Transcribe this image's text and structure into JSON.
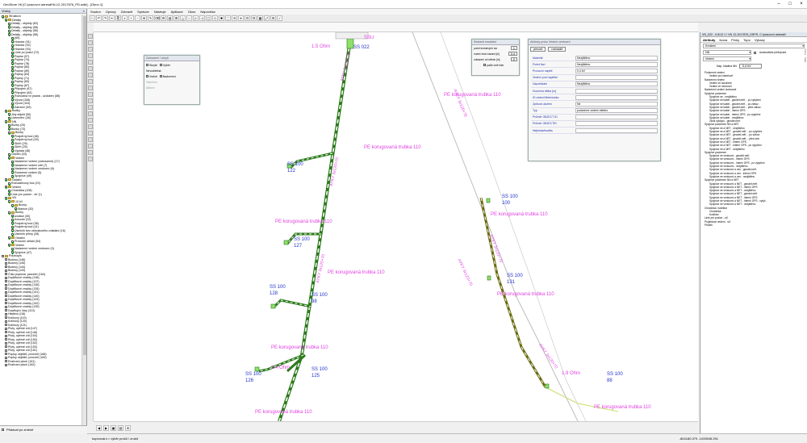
{
  "window": {
    "title": "GeoStore V6 [C:\\pracovní adresář\\N-12-2017876_PD.wdb] - [Okno 1]"
  },
  "menu": [
    "Soubor",
    "Úpravy",
    "Zobrazit",
    "Správce",
    "Nástroje",
    "Aplikace",
    "Okno",
    "Nápověda"
  ],
  "left_panel": {
    "title": "Vrstvy",
    "tree": [
      {
        "label": "Struktura",
        "lvl": 0,
        "chk": true,
        "fold": true
      },
      {
        "label": "Detaily",
        "lvl": 1,
        "chk": true,
        "fold": true
      },
      {
        "label": "Detaily - objekty (63)",
        "lvl": 2,
        "chk": true
      },
      {
        "label": "Detaily - objekty (58)",
        "lvl": 2,
        "chk": true
      },
      {
        "label": "Detaily - objekty (56)",
        "lvl": 2,
        "chk": true
      },
      {
        "label": "Detaily - objekty (58)",
        "lvl": 2,
        "chk": true
      },
      {
        "label": "(65)",
        "lvl": 3,
        "chk": true
      },
      {
        "label": "Hranice (91)",
        "lvl": 3,
        "chk": true
      },
      {
        "label": "Hranice (92)",
        "lvl": 3,
        "chk": true
      },
      {
        "label": "Hranice (93)",
        "lvl": 3,
        "chk": true
      },
      {
        "label": "Linie po pozici (72)",
        "lvl": 3,
        "chk": true
      },
      {
        "label": "Popise (57)",
        "lvl": 3,
        "chk": true
      },
      {
        "label": "Popise (74)",
        "lvl": 3,
        "chk": true
      },
      {
        "label": "Popise (78)",
        "lvl": 3,
        "chk": true
      },
      {
        "label": "Popise (80)",
        "lvl": 3,
        "chk": true
      },
      {
        "label": "Popise (89)",
        "lvl": 3,
        "chk": true
      },
      {
        "label": "Popisy (63)",
        "lvl": 3,
        "chk": true
      },
      {
        "label": "Popisy (71)",
        "lvl": 3,
        "chk": true
      },
      {
        "label": "Popisy (83)",
        "lvl": 3,
        "chk": true
      },
      {
        "label": "Popisy (87)",
        "lvl": 3,
        "chk": true
      },
      {
        "label": "Připojení (67)",
        "lvl": 3,
        "chk": true
      },
      {
        "label": "Připojení (83)",
        "lvl": 3,
        "chk": true
      },
      {
        "label": "Rozvodna vn psaná - ozdoben (58)",
        "lvl": 3,
        "chk": true
      },
      {
        "label": "Vývod (106)",
        "lvl": 3,
        "chk": true
      },
      {
        "label": "Vývod (104)",
        "lvl": 3,
        "chk": true
      },
      {
        "label": "Zařízení (59)",
        "lvl": 3,
        "chk": true
      },
      {
        "label": "Bodky",
        "lvl": 1,
        "chk": true,
        "fold": true
      },
      {
        "label": "Jiný objekt (50)",
        "lvl": 2,
        "chk": true
      },
      {
        "label": "Uzemnění (48)",
        "lvl": 2,
        "chk": true
      },
      {
        "label": "NN",
        "lvl": 1,
        "chk": true,
        "fold": true
      },
      {
        "label": "Bunky (20)",
        "lvl": 2,
        "chk": true
      },
      {
        "label": "Bunky (73)",
        "lvl": 2,
        "chk": true
      },
      {
        "label": "Bunky",
        "lvl": 2,
        "chk": true,
        "fold": true
      },
      {
        "label": "Podpěrný bod (48)",
        "lvl": 3,
        "chk": true
      },
      {
        "label": "Podpěrný bod (49)",
        "lvl": 3,
        "chk": true
      },
      {
        "label": "Skříň (29)",
        "lvl": 3,
        "chk": true
      },
      {
        "label": "Skříň (25)",
        "lvl": 3,
        "chk": true
      },
      {
        "label": "Výplata (48)",
        "lvl": 3,
        "chk": true
      },
      {
        "label": "Odolen (34)",
        "lvl": 2,
        "chk": true
      },
      {
        "label": "Vedení",
        "lvl": 2,
        "chk": true,
        "fold": true
      },
      {
        "label": "Nadzemní vedení (zobrazené) (17)",
        "lvl": 3,
        "chk": true
      },
      {
        "label": "Nadzemní vedení sítě (7)",
        "lvl": 3,
        "chk": true
      },
      {
        "label": "Nadzemní vedení venkovní (6)",
        "lvl": 3,
        "chk": true
      },
      {
        "label": "Podzemní vedení (5)",
        "lvl": 3,
        "chk": true
      },
      {
        "label": "Spojnice (49)",
        "lvl": 3,
        "chk": true
      },
      {
        "label": "Ostatní",
        "lvl": 1,
        "chk": true,
        "fold": true
      },
      {
        "label": "Rozvaděčový box (19)",
        "lvl": 2,
        "chk": true
      },
      {
        "label": "Vedení",
        "lvl": 1,
        "chk": true,
        "fold": true
      },
      {
        "label": "Chránička (108)",
        "lvl": 2,
        "chk": true
      },
      {
        "label": "Linie pro pozice - síť (1)",
        "lvl": 2,
        "chk": true
      },
      {
        "label": "VN",
        "lvl": 1,
        "chk": true,
        "fold": true
      },
      {
        "label": "10 kV",
        "lvl": 2,
        "chk": true,
        "fold": true
      },
      {
        "label": "Bunky",
        "lvl": 3,
        "chk": true,
        "fold": true
      },
      {
        "label": "Stanice (32)",
        "lvl": 4,
        "chk": true
      },
      {
        "label": "Bunky",
        "lvl": 2,
        "chk": true,
        "fold": true
      },
      {
        "label": "Izolátor (30)",
        "lvl": 3,
        "chk": true
      },
      {
        "label": "Konzole (22)",
        "lvl": 3,
        "chk": true
      },
      {
        "label": "Podpěrný bod (38)",
        "lvl": 3,
        "chk": true
      },
      {
        "label": "Podpěrný bod (41)",
        "lvl": 3,
        "chk": true
      },
      {
        "label": "Úsečník bez obloukového zvládání (16)",
        "lvl": 3,
        "chk": true
      },
      {
        "label": "Úsečník přímý (28)",
        "lvl": 3,
        "chk": true
      },
      {
        "label": "Ostatní",
        "lvl": 2,
        "chk": true,
        "fold": true
      },
      {
        "label": "Provozní oblast (54)",
        "lvl": 3,
        "chk": true
      },
      {
        "label": "Vedení",
        "lvl": 2,
        "chk": true,
        "fold": true
      },
      {
        "label": "Nadzemní vedení venkovní (3)",
        "lvl": 3,
        "chk": true
      },
      {
        "label": "Spojnice (47)",
        "lvl": 3,
        "chk": true
      },
      {
        "label": "Polohopis",
        "lvl": 0,
        "chk": false,
        "fold": true
      },
      {
        "label": "Budovy (146)",
        "lvl": 1,
        "chk": false
      },
      {
        "label": "Budovy (145)",
        "lvl": 1,
        "chk": false
      },
      {
        "label": "Budovy (144)",
        "lvl": 1,
        "chk": false
      },
      {
        "label": "Budovy (143)",
        "lvl": 1,
        "chk": false
      },
      {
        "label": "Číslo popisná, parcelní (164)",
        "lvl": 1,
        "chk": false
      },
      {
        "label": "Doplňkové značky (138)",
        "lvl": 1,
        "chk": false
      },
      {
        "label": "Doplňkové značky (137)",
        "lvl": 1,
        "chk": false
      },
      {
        "label": "Doplňkové značky (136)",
        "lvl": 1,
        "chk": false
      },
      {
        "label": "Doplňkové značky (135)",
        "lvl": 1,
        "chk": false
      },
      {
        "label": "Doplňkové značky (141)",
        "lvl": 1,
        "chk": false
      },
      {
        "label": "Doplňkové značky (140)",
        "lvl": 1,
        "chk": false
      },
      {
        "label": "Doplňkové značky (143)",
        "lvl": 1,
        "chk": false
      },
      {
        "label": "Doplňkové značky (142)",
        "lvl": 1,
        "chk": false
      },
      {
        "label": "Doplňkové značky (139)",
        "lvl": 1,
        "chk": false
      },
      {
        "label": "Doplňující čáry (113)",
        "lvl": 1,
        "chk": false
      },
      {
        "label": "Hladina (118)",
        "lvl": 1,
        "chk": false
      },
      {
        "label": "Kolíkový (119)",
        "lvl": 1,
        "chk": false
      },
      {
        "label": "Kolíkový (120)",
        "lvl": 1,
        "chk": false
      },
      {
        "label": "Kolíkový (121)",
        "lvl": 1,
        "chk": false
      },
      {
        "label": "Ploty, opěrné zdi (147)",
        "lvl": 1,
        "chk": false
      },
      {
        "label": "Ploty, opěrné zdi (148)",
        "lvl": 1,
        "chk": false
      },
      {
        "label": "Ploty, opěrné zdi (154)",
        "lvl": 1,
        "chk": false
      },
      {
        "label": "Ploty, opěrné zdi (150)",
        "lvl": 1,
        "chk": false
      },
      {
        "label": "Ploty, opěrné zdi (152)",
        "lvl": 1,
        "chk": false
      },
      {
        "label": "Ploty, opěrné zdi (153)",
        "lvl": 1,
        "chk": false
      },
      {
        "label": "Ploty, opěrné zdi (151)",
        "lvl": 1,
        "chk": false
      },
      {
        "label": "Popisy objektů, povrchů (166)",
        "lvl": 1,
        "chk": false
      },
      {
        "label": "Popisy objektů, povrchů (169)",
        "lvl": 1,
        "chk": false
      },
      {
        "label": "Rozhraní ploch (161)",
        "lvl": 1,
        "chk": false
      },
      {
        "label": "Rozhraní ploch (162)",
        "lvl": 1,
        "chk": false
      }
    ],
    "footer_label": "Přidávat po změně"
  },
  "map": {
    "labels": [
      {
        "t": "SSU",
        "c": "#e040e0"
      },
      {
        "t": "1.5 Ohm",
        "c": "#e040e0"
      },
      {
        "t": "SS 022",
        "c": "#2233cc"
      },
      {
        "t": "PE korugovaná trubka 110",
        "c": "#e040e0"
      },
      {
        "t": "SS 100",
        "c": "#2233cc"
      },
      {
        "t": "122",
        "c": "#2233cc"
      },
      {
        "t": "100",
        "c": "#2233cc"
      },
      {
        "t": "127",
        "c": "#2233cc"
      },
      {
        "t": "128",
        "c": "#2233cc"
      },
      {
        "t": "98",
        "c": "#2233cc"
      },
      {
        "t": "131",
        "c": "#2233cc"
      },
      {
        "t": "125",
        "c": "#2233cc"
      },
      {
        "t": "126",
        "c": "#2233cc"
      },
      {
        "t": "88",
        "c": "#2233cc"
      },
      {
        "t": "AYKY 3x120+70",
        "c": "#e040e0"
      },
      {
        "t": "1.9 Ohm",
        "c": "#e040e0"
      },
      {
        "t": "2.4 Ohm",
        "c": "#e040e0"
      }
    ]
  },
  "dlg_display": {
    "title": "Zobrazení / skrytí",
    "opt_vse": "Skryté",
    "opt_vyber": "Výběr",
    "section": "Nevoditelná",
    "o1": "Vrstvě",
    "o2": "Nadzemní",
    "o3": "Všechno",
    "o4": "Aktivní"
  },
  "dlg_count": {
    "title": "Sestavit množství",
    "r1": "počet kreslených čar",
    "v1": "1",
    "r2": "rozteč mezi čarami [m]",
    "v2": "0.4",
    "r3": "odsazení od středu [m]",
    "v3": "0",
    "check": "podle celé linie"
  },
  "dlg_attr": {
    "title": "Atributy prvku Vedení venkovní",
    "btn1": "převzít",
    "btn2": "nahradit",
    "rows": [
      {
        "k": "Materiál",
        "v": "Nezjištěno"
      },
      {
        "k": "Počet fází",
        "v": "Nezjištěno"
      },
      {
        "k": "Provozní napětí",
        "v": "0,4 kV"
      },
      {
        "k": "Vedení pod napětím",
        "v": ""
      },
      {
        "k": "Uspořádání",
        "v": "Nezjištěno"
      },
      {
        "k": "Konečná délka [m]",
        "v": ""
      },
      {
        "k": "ID vedení/linie/úseku",
        "v": ""
      },
      {
        "k": "Způsob uložení",
        "v": "Ne"
      },
      {
        "k": "Typ",
        "v": "podzemní vedení elektro"
      },
      {
        "k": "Průměr OBJECT ID",
        "v": ""
      },
      {
        "k": "Průměr OBJECTID",
        "v": ""
      },
      {
        "k": "Nejistota/kvalita",
        "v": ""
      }
    ]
  },
  "right_panel": {
    "title": "VN_022 - 0.6/12.1 / VN 12-2017876_DSPS- C:\\pracovní adresář\\",
    "tabs": [
      "Atributy",
      "Ikona",
      "Prvky",
      "Topo",
      "Výkazy"
    ],
    "sel1": "Kreslení",
    "sel2": "NN",
    "sel2b": "Vedení",
    "check1": "Automatické překrývání",
    "sel3": "0,4 kV",
    "napeti_label": "Nap. hladina NN",
    "items": [
      "Podzemní vedení",
      "Vedení pro kabelové",
      "Nadzemní vedení",
      "Vedení ve sloužené",
      "Vedení ve venkovní",
      "Nadzemní vedení izolované",
      "Spojnice podzemní",
      "Spojnice ne - nezjištěno",
      "Spojnice ne kabel - geodet.měř. - po vytyčení",
      "Spojnice ne kabel - geodet.měř. - po zához.",
      "Spojnice ne kabel - geodet.měř. - před zához.",
      "Spojnice ne kabel - interní GPS",
      "Spojnice ne kabel - interní GPS - po vytyčení",
      "Spojnice ne kabel - nezjištěno",
      "Zkrat vyklopu - geodet.měř.",
      "Spojnice podzemní NN a NET",
      "Spojnice ne a NET - nezjištěno",
      "Spojnice ne a NET - geodet.měř. - po vytyčení",
      "Spojnice ne a NET - geodet.měř. - po zához.",
      "Spojnice ne a NET - geodet.měř. - před záh.",
      "Spojnice ne a NET - interní GPS",
      "Spojnice ne a NET - interní GPS - po vytyčení",
      "Spojnice ne a NET - nezjištěno",
      "Spojnice podzemní",
      "Spojnice ne venkovní - geodet.měř.",
      "Spojnice ne venkovní - interní GPS",
      "Spojnice ne venkovní - interní GPS - po vytyčení",
      "Spojnice ne venkovní - nezjištěno",
      "Spojnice ne venkovní a ven - geodet.měř.",
      "Spojnice ne venkovní a ven - interní GPS",
      "Spojnice ne venkovní a ven - nezjištěno",
      "Spojnice podzemní NN a NET",
      "Spojnice ne venkovní a NET - geodet.měř.",
      "Spojnice ne venkovní a NET - interní GPS",
      "Spojnice ne venkovní a NET - nezjištěno",
      "Spojnice ne venkovní a NET - geodet.měř.",
      "Spojnice ne venkovní a NET - interní GPS",
      "Spojnice ne venkovní a NET - interní GPS - vytyč.",
      "Spojnice ne venkovní a NET - nezjištěno",
      "Chránička / kolektor",
      "Chránička",
      "Kolektor",
      "Linie pro pozice - síť",
      "Projektové vedení - síť",
      "Průsek"
    ]
  },
  "status": {
    "text": "kopírování > výběr prvků / zrušit",
    "coords": "-804180.379 -1033945.291"
  }
}
